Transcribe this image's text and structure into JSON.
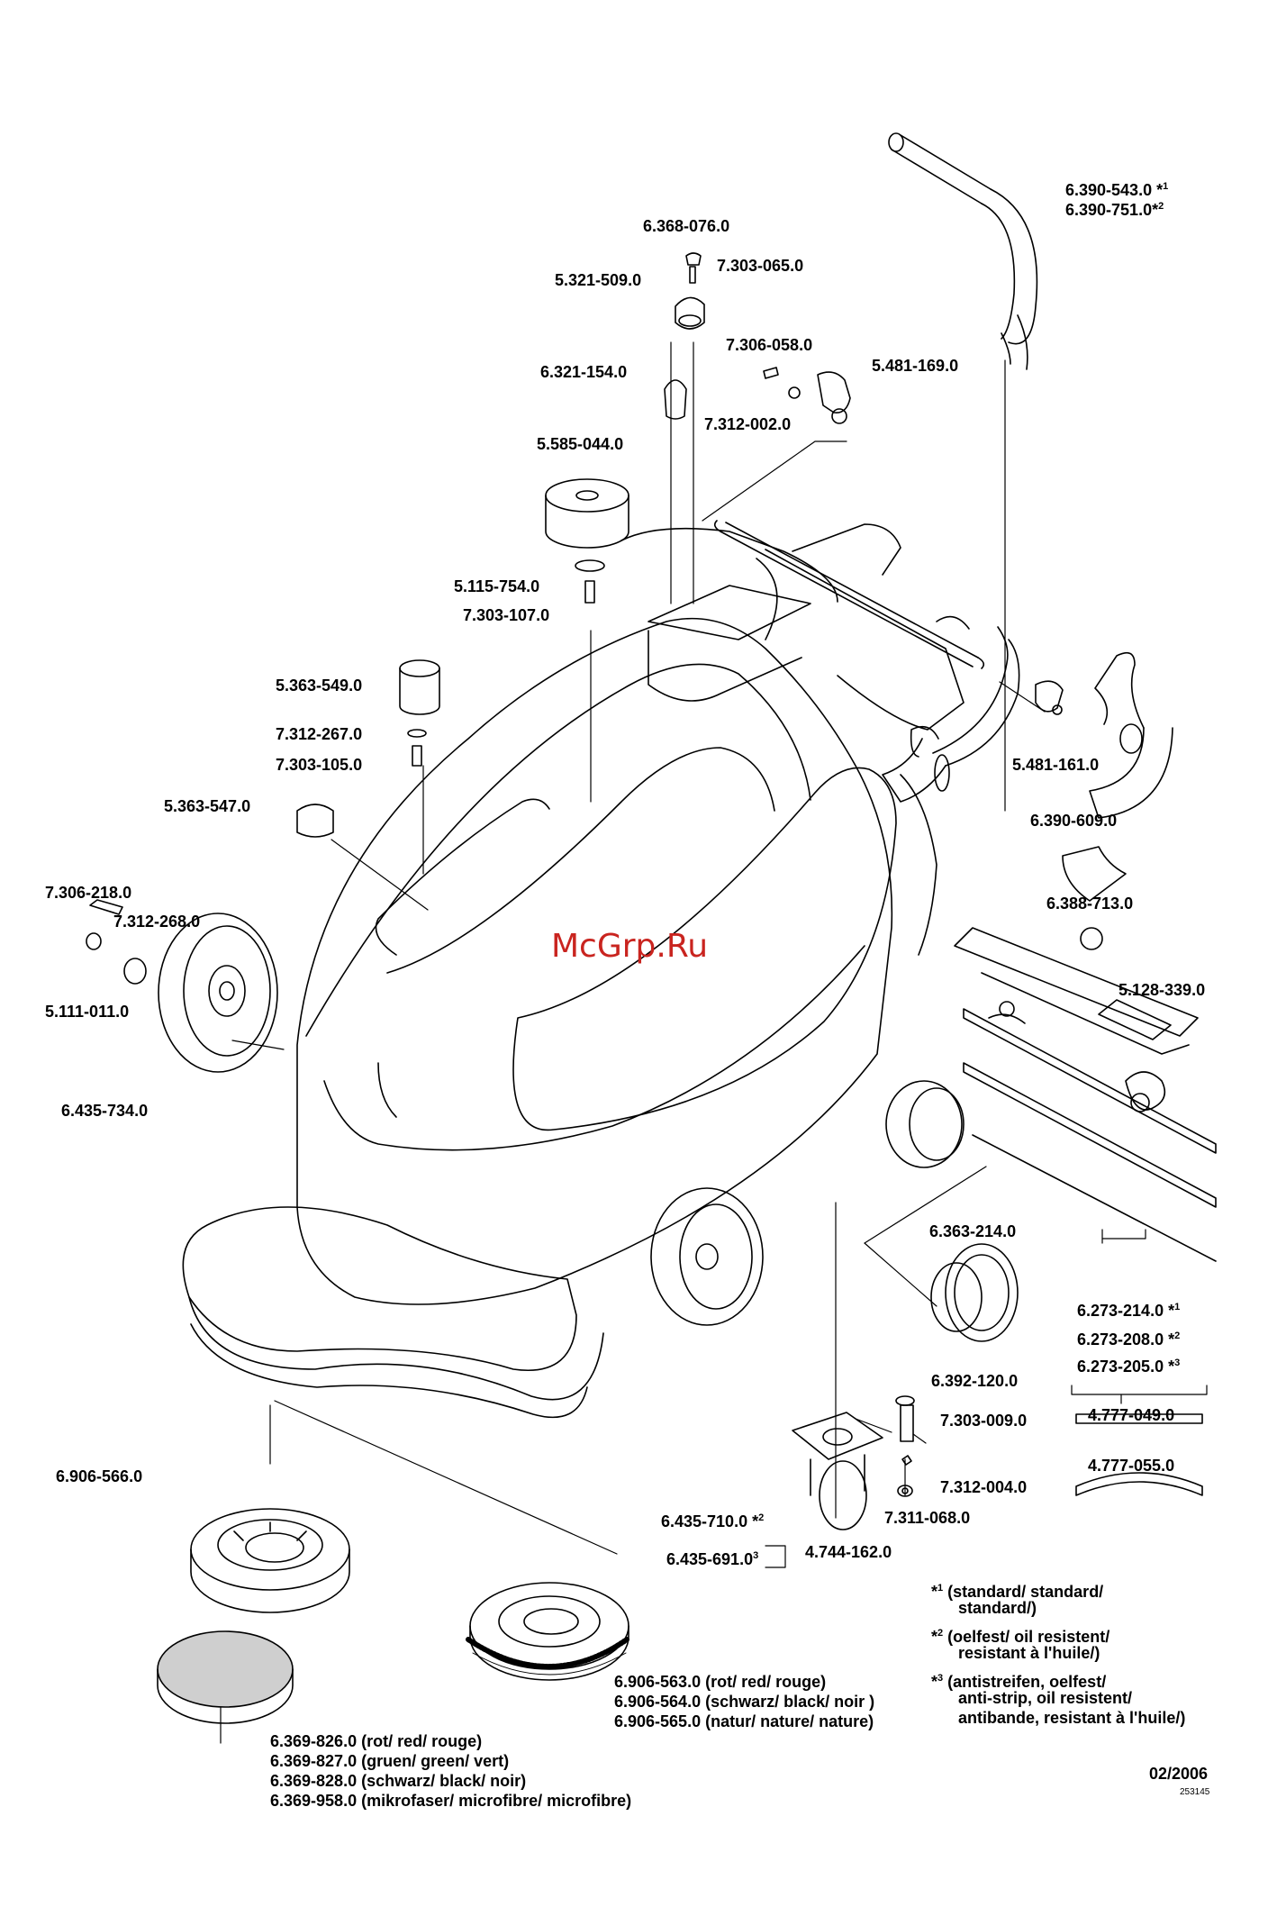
{
  "watermark": "McGrp.Ru",
  "date": "02/2006",
  "drawing_no": "253145",
  "parts": {
    "p01a": "6.390-543.0 *",
    "p01b": "6.390-751.0*",
    "p02": "6.368-076.0",
    "p03": "7.303-065.0",
    "p04": "5.321-509.0",
    "p05": "7.306-058.0",
    "p06": "5.481-169.0",
    "p07": "6.321-154.0",
    "p08": "7.312-002.0",
    "p09": "5.585-044.0",
    "p10": "5.115-754.0",
    "p11": "7.303-107.0",
    "p12": "5.363-549.0",
    "p13": "7.312-267.0",
    "p14": "7.303-105.0",
    "p15": "5.363-547.0",
    "p16": "5.481-161.0",
    "p17": "6.390-609.0",
    "p18": "7.306-218.0",
    "p19": "7.312-268.0",
    "p20": "6.388-713.0",
    "p21": "5.111-011.0",
    "p22": "5.128-339.0",
    "p23": "6.435-734.0",
    "p24": "6.363-214.0",
    "p25": "6.273-214.0 *",
    "p26": "6.273-208.0 *",
    "p27": "6.273-205.0 *",
    "p28": "6.392-120.0",
    "p29": "7.303-009.0",
    "p30": "4.777-049.0",
    "p31": "6.906-566.0",
    "p32": "4.777-055.0",
    "p33": "7.312-004.0",
    "p34": "6.435-710.0 *",
    "p35": "7.311-068.0",
    "p36": "6.435-691.0",
    "p37": "4.744-162.0",
    "brush1": "6.906-563.0 (rot/ red/ rouge)",
    "brush2": "6.906-564.0 (schwarz/ black/ noir )",
    "brush3": "6.906-565.0 (natur/ nature/ nature)",
    "pad1": "6.369-826.0 (rot/ red/ rouge)",
    "pad2": "6.369-827.0 (gruen/ green/ vert)",
    "pad3": "6.369-828.0 (schwarz/ black/ noir)",
    "pad4": "6.369-958.0 (mikrofaser/ microfibre/ microfibre)"
  },
  "footnotes": {
    "n1_mark": "*",
    "n1_sup": "1",
    "n1_l1": "(standard/ standard/",
    "n1_l2": "standard/)",
    "n2_mark": "*",
    "n2_sup": "2",
    "n2_l1": "(oelfest/ oil resistent/",
    "n2_l2": "resistant à l'huile/)",
    "n3_mark": "*",
    "n3_sup": "3",
    "n3_l1": "(antistreifen, oelfest/",
    "n3_l2": "anti-strip, oil resistent/",
    "n3_l3": "antibande, resistant à l'huile/)"
  },
  "sups": {
    "s1": "1",
    "s2": "2",
    "s3": "3"
  }
}
